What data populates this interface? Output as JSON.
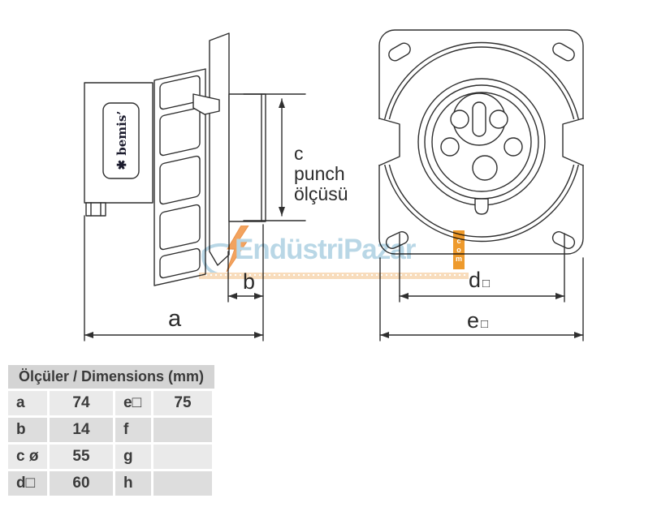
{
  "watermark": {
    "text": "EndüstriPazar",
    "suffix": "com",
    "colors": {
      "text_blue": "#b9d7e6",
      "bolt_orange": "#f2a35f",
      "badge_orange": "#ee9a2c",
      "band_peach": "#f8dcbc"
    }
  },
  "brand": {
    "logo": "✱ bemis’"
  },
  "dims": {
    "a": "a",
    "b": "b",
    "c_line1": "c",
    "c_line2": "punch",
    "c_line3": "ölçüsü",
    "d": "d",
    "d_sub": "□",
    "e": "e",
    "e_sub": "□"
  },
  "table": {
    "header": "Ölçüler / Dimensions (mm)",
    "rows": [
      {
        "label1": "a",
        "value1": "74",
        "label2": "e□",
        "value2": "75"
      },
      {
        "label1": "b",
        "value1": "14",
        "label2": "f",
        "value2": ""
      },
      {
        "label1": "c ø",
        "value1": "55",
        "label2": "g",
        "value2": ""
      },
      {
        "label1": "d□",
        "value1": "60",
        "label2": "h",
        "value2": ""
      }
    ]
  },
  "colors": {
    "line": "#2f2f2f",
    "table_header_bg": "#d4d4d4",
    "row_light": "#eaeaea",
    "row_dark": "#dddddd"
  }
}
